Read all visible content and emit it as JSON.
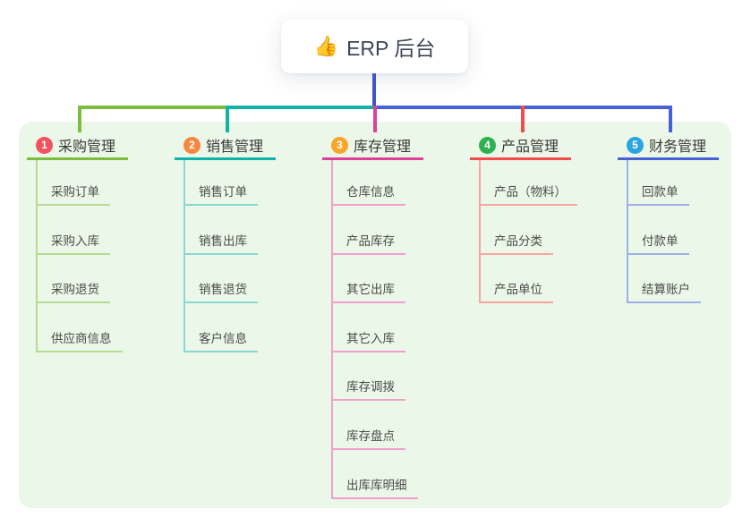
{
  "title": {
    "icon": "👍",
    "text": "ERP 后台"
  },
  "colors": {
    "root_line": "#4353cf",
    "panel_bg": "#ebf7e8",
    "title_text": "#3e4556"
  },
  "branches": [
    {
      "num": "1",
      "label": "采购管理",
      "badge_color": "#f3525f",
      "line_color": "#7cbd3e",
      "line_light": "#b6db94",
      "items": [
        "采购订单",
        "采购入库",
        "采购退货",
        "供应商信息"
      ]
    },
    {
      "num": "2",
      "label": "销售管理",
      "badge_color": "#f6873f",
      "line_color": "#12b2a9",
      "line_light": "#8bd7d1",
      "items": [
        "销售订单",
        "销售出库",
        "销售退货",
        "客户信息"
      ]
    },
    {
      "num": "3",
      "label": "库存管理",
      "badge_color": "#f7a629",
      "line_color": "#e03f99",
      "line_light": "#f1a0cd",
      "items": [
        "仓库信息",
        "产品库存",
        "其它出库",
        "其它入库",
        "库存调拨",
        "库存盘点",
        "出库库明细"
      ]
    },
    {
      "num": "4",
      "label": "产品管理",
      "badge_color": "#2eb251",
      "line_color": "#f64b4b",
      "line_light": "#fba5a3",
      "items": [
        "产品（物料）",
        "产品分类",
        "产品单位"
      ]
    },
    {
      "num": "5",
      "label": "财务管理",
      "badge_color": "#2ca5df",
      "line_color": "#4661d6",
      "line_light": "#9fb0ec",
      "items": [
        "回款单",
        "付款单",
        "结算账户"
      ]
    }
  ]
}
